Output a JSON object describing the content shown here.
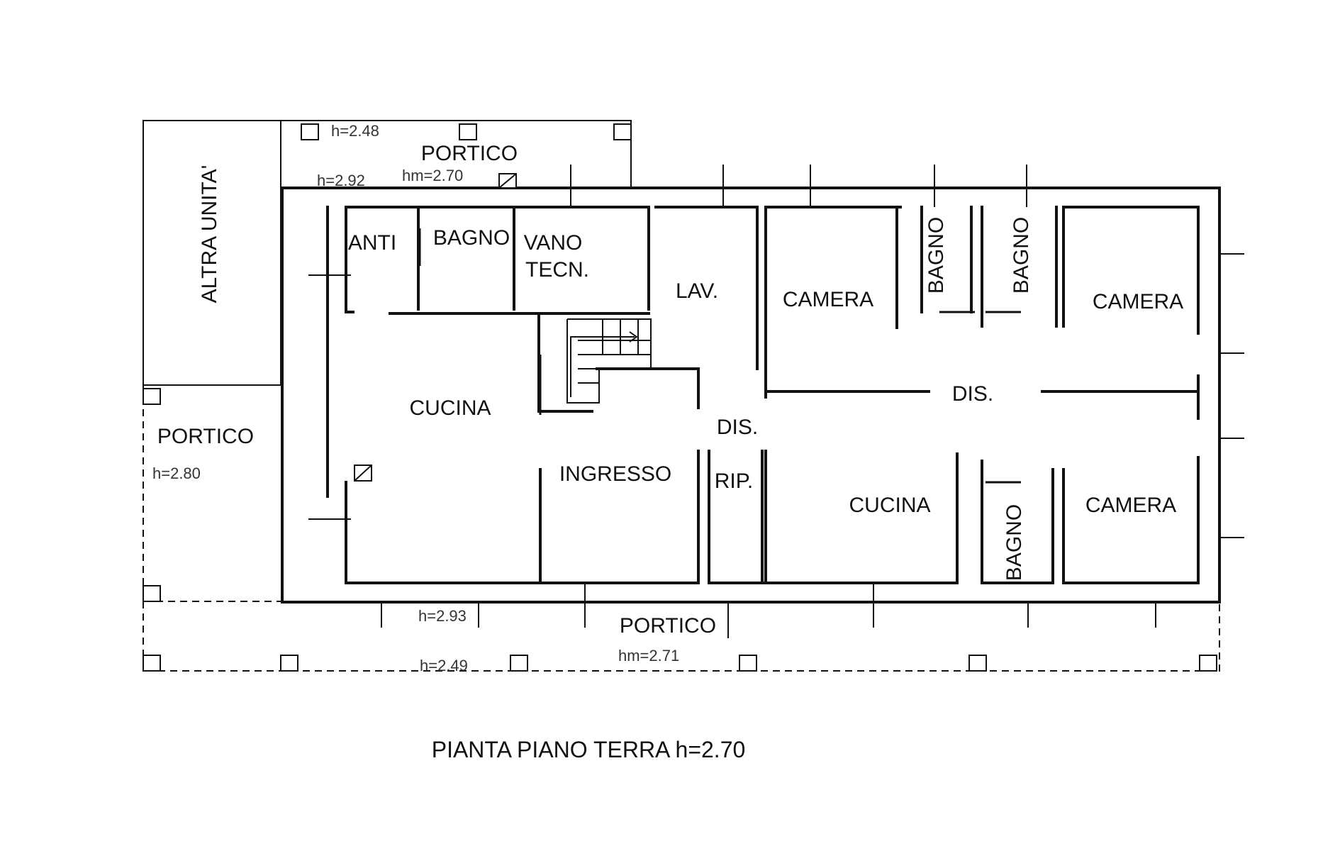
{
  "plan": {
    "title": "PIANTA PIANO TERRA h=2.70",
    "rooms": {
      "altra_unita": "ALTRA UNITA'",
      "portico_top": "PORTICO",
      "portico_left": "PORTICO",
      "portico_bottom": "PORTICO",
      "anti": "ANTI",
      "bagno_1": "BAGNO",
      "vano_tecn_1": "VANO",
      "vano_tecn_2": "TECN.",
      "cucina_left": "CUCINA",
      "ingresso": "INGRESSO",
      "lav": "LAV.",
      "dis_1": "DIS.",
      "rip": "RIP.",
      "camera_1": "CAMERA",
      "bagno_2": "BAGNO",
      "bagno_3": "BAGNO",
      "camera_2": "CAMERA",
      "dis_2": "DIS.",
      "cucina_right": "CUCINA",
      "bagno_4": "BAGNO",
      "camera_3": "CAMERA"
    },
    "heights": {
      "h_248": "h=2.48",
      "h_292": "h=2.92",
      "hm_270": "hm=2.70",
      "h_280": "h=2.80",
      "h_293": "h=2.93",
      "h_249": "h=2.49",
      "hm_271": "hm=2.71"
    },
    "colors": {
      "ink": "#111111",
      "paper": "#ffffff"
    }
  }
}
